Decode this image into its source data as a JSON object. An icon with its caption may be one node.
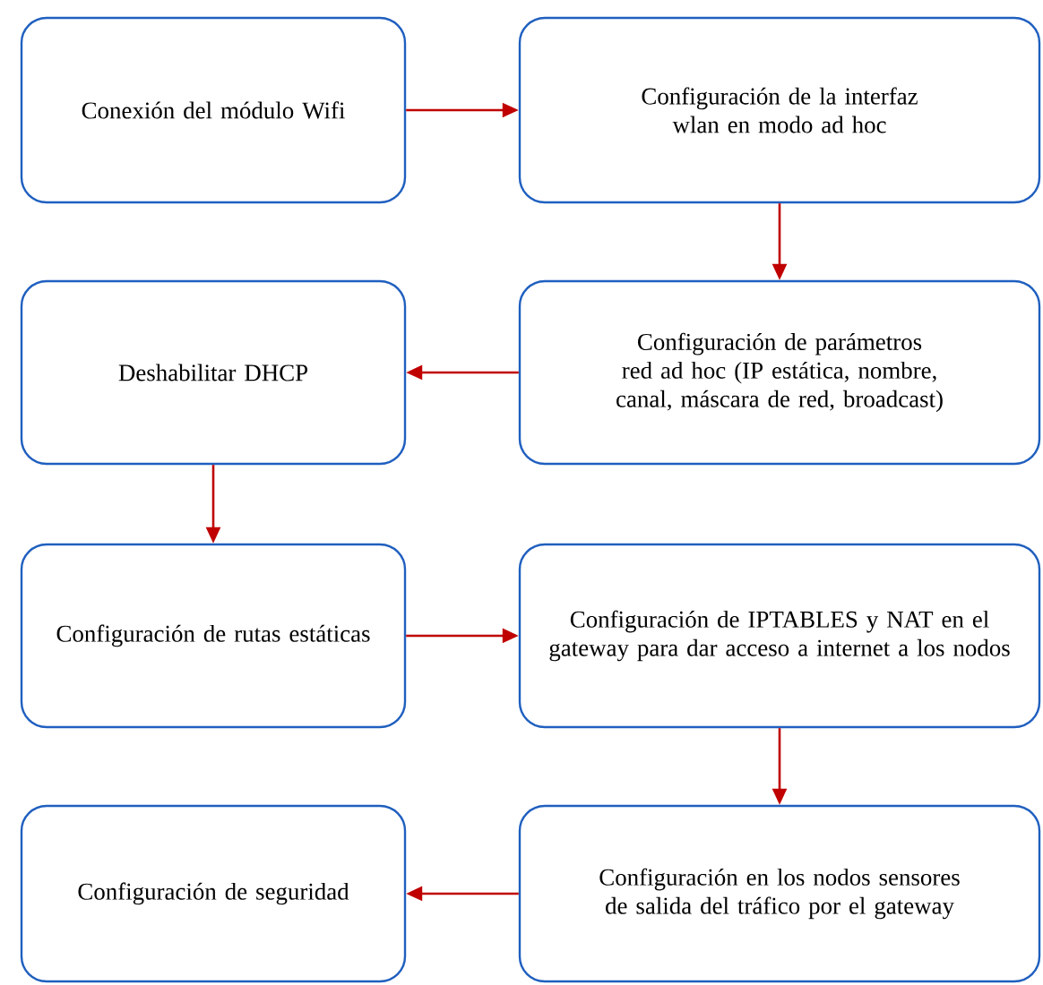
{
  "diagram": {
    "nodes": [
      {
        "text": [
          "Conexión del módulo Wifi"
        ]
      },
      {
        "text": [
          "Configuración de la interfaz wlan en modo ad hoc"
        ]
      },
      {
        "text": [
          "Configuración de parámetros red ad hoc (IP estática, nombre, canal, máscara de red, broadcast)"
        ]
      },
      {
        "text": [
          "Deshabilitar DHCP"
        ]
      },
      {
        "text": [
          "Configuración de rutas estáticas"
        ]
      },
      {
        "text": [
          "Configuración de IPTABLES y NAT en el gateway para dar acceso a internet a los nodos"
        ]
      },
      {
        "text": [
          "Configuración en los nodos sensores de salida del tráfico por el gateway"
        ]
      },
      {
        "text": [
          "Configuración de seguridad"
        ]
      }
    ],
    "edges": [
      {
        "from": 0,
        "to": 1,
        "arrow": "to"
      },
      {
        "from": 1,
        "to": 2,
        "arrow": "to"
      },
      {
        "from": 2,
        "to": 3,
        "arrow": "to"
      },
      {
        "from": 3,
        "to": 4,
        "arrow": "to"
      },
      {
        "from": 4,
        "to": 5,
        "arrow": "to"
      },
      {
        "from": 5,
        "to": 6,
        "arrow": "to"
      },
      {
        "from": 6,
        "to": 7,
        "arrow": "to"
      }
    ]
  }
}
